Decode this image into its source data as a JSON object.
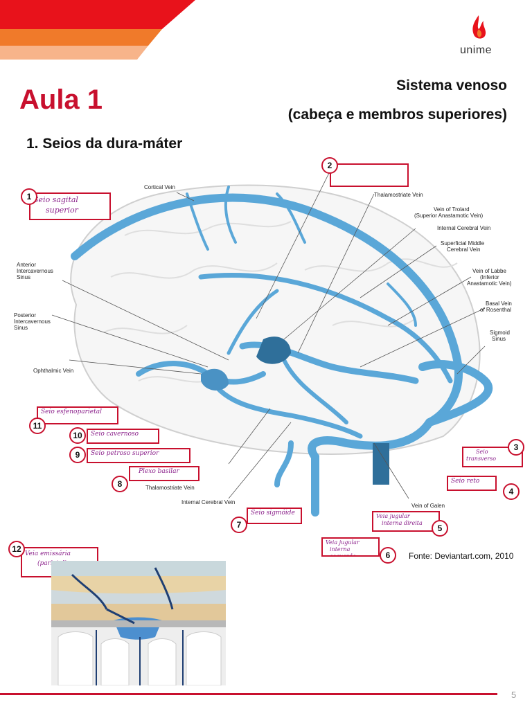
{
  "header": {
    "logo_text": "unime",
    "title": "Aula 1",
    "subtitle_line1": "Sistema venoso",
    "subtitle_line2": "(cabeça e membros superiores)",
    "section": "1. Seios da dura-máter"
  },
  "colors": {
    "accent": "#c8102e",
    "vein": "#5aa7d8",
    "annotation": "#8a1f8a"
  },
  "diagram_labels": {
    "cortical_vein": "Cortical Vein",
    "thalamostriate_vein_top": "Thalamostriate Vein",
    "vein_of_trolard_1": "Vein of Trolard",
    "vein_of_trolard_2": "(Superior Anastamotic Vein)",
    "internal_cerebral_vein_top": "Internal Cerebral Vein",
    "superficial_middle_1": "Superficial Middle",
    "superficial_middle_2": "Cerebral Vein",
    "vein_of_labbe_1": "Vein of Labbe",
    "vein_of_labbe_2": "(Inferior",
    "vein_of_labbe_3": "Anastamotic Vein)",
    "basal_vein_1": "Basal Vein",
    "basal_vein_2": "of Rosenthal",
    "sigmoid_1": "Sigmoid",
    "sigmoid_2": "Sinus",
    "anterior_1": "Anterior",
    "anterior_2": "Intercavernous",
    "anterior_3": "Sinus",
    "posterior_1": "Posterior",
    "posterior_2": "Intercavernous",
    "posterior_3": "Sinus",
    "ophthalmic": "Ophthalmic Vein",
    "thalamostriate_vein_bottom": "Thalamostriate Vein",
    "internal_cerebral_vein_bottom": "Internal Cerebral Vein",
    "vein_of_galen": "Vein of Galen"
  },
  "annotations": [
    {
      "num": "1",
      "text_line1": "Seio sagital",
      "text_line2": "superior"
    },
    {
      "num": "2",
      "text_line1": "",
      "text_line2": ""
    },
    {
      "num": "3",
      "text_line1": "Seio",
      "text_line2": "transverso"
    },
    {
      "num": "4",
      "text_line1": "Seio reto",
      "text_line2": ""
    },
    {
      "num": "5",
      "text_line1": "Veia jugular",
      "text_line2": "interna direita"
    },
    {
      "num": "6",
      "text_line1": "Veia jugular",
      "text_line2": "interna esquerda"
    },
    {
      "num": "7",
      "text_line1": "Seio sigmóide",
      "text_line2": ""
    },
    {
      "num": "8",
      "text_line1": "Plexo basilar",
      "text_line2": ""
    },
    {
      "num": "9",
      "text_line1": "Seio petroso superior",
      "text_line2": ""
    },
    {
      "num": "10",
      "text_line1": "Seio cavernoso",
      "text_line2": ""
    },
    {
      "num": "11",
      "text_line1": "Seio esfenoparietal",
      "text_line2": ""
    },
    {
      "num": "12",
      "text_line1": "Veia emissária",
      "text_line2": "(parietal)"
    }
  ],
  "source": "Fonte: Deviantart.com, 2010",
  "page_number": "5"
}
